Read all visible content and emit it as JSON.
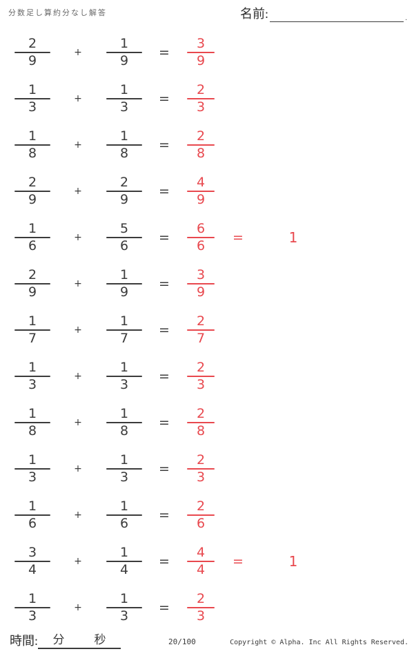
{
  "colors": {
    "ink": "#3b3b3b",
    "answer_red": "#e8484e"
  },
  "header": {
    "title": "分数足し算約分なし解答",
    "name_label": "名前:",
    "name_period": "."
  },
  "symbols": {
    "plus": "+",
    "equals": "="
  },
  "problems": [
    {
      "n1": "2",
      "d1": "9",
      "n2": "1",
      "d2": "9",
      "an": "3",
      "ad": "9"
    },
    {
      "n1": "1",
      "d1": "3",
      "n2": "1",
      "d2": "3",
      "an": "2",
      "ad": "3"
    },
    {
      "n1": "1",
      "d1": "8",
      "n2": "1",
      "d2": "8",
      "an": "2",
      "ad": "8"
    },
    {
      "n1": "2",
      "d1": "9",
      "n2": "2",
      "d2": "9",
      "an": "4",
      "ad": "9"
    },
    {
      "n1": "1",
      "d1": "6",
      "n2": "5",
      "d2": "6",
      "an": "6",
      "ad": "6",
      "extra_eq": "=",
      "extra_val": "1"
    },
    {
      "n1": "2",
      "d1": "9",
      "n2": "1",
      "d2": "9",
      "an": "3",
      "ad": "9"
    },
    {
      "n1": "1",
      "d1": "7",
      "n2": "1",
      "d2": "7",
      "an": "2",
      "ad": "7"
    },
    {
      "n1": "1",
      "d1": "3",
      "n2": "1",
      "d2": "3",
      "an": "2",
      "ad": "3"
    },
    {
      "n1": "1",
      "d1": "8",
      "n2": "1",
      "d2": "8",
      "an": "2",
      "ad": "8"
    },
    {
      "n1": "1",
      "d1": "3",
      "n2": "1",
      "d2": "3",
      "an": "2",
      "ad": "3"
    },
    {
      "n1": "1",
      "d1": "6",
      "n2": "1",
      "d2": "6",
      "an": "2",
      "ad": "6"
    },
    {
      "n1": "3",
      "d1": "4",
      "n2": "1",
      "d2": "4",
      "an": "4",
      "ad": "4",
      "extra_eq": "=",
      "extra_val": "1"
    },
    {
      "n1": "1",
      "d1": "3",
      "n2": "1",
      "d2": "3",
      "an": "2",
      "ad": "3"
    }
  ],
  "footer": {
    "time_label": "時間:",
    "minute_label": "分",
    "second_label": "秒",
    "page": "20/100",
    "copyright": "Copyright © Alpha. Inc All Rights Reserved."
  }
}
